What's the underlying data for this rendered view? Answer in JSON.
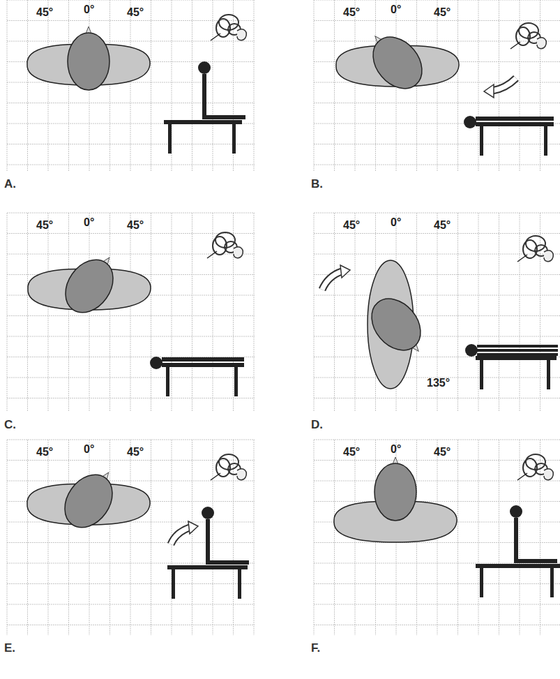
{
  "diagram": {
    "labels": [
      "45°",
      "0°",
      "45°",
      "A.",
      "45°",
      "0°",
      "45°",
      "B.",
      "45°",
      "0°",
      "45°",
      "C.",
      "45°",
      "0°",
      "45°",
      "135°",
      "D.",
      "45°",
      "0°",
      "45°",
      "E.",
      "45°",
      "0°",
      "45°",
      "F."
    ]
  }
}
